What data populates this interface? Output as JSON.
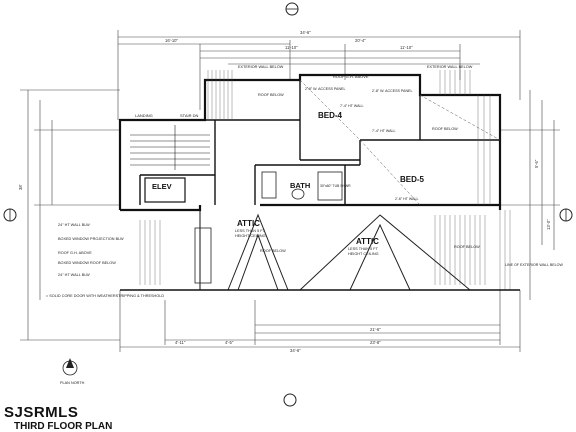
{
  "rooms": {
    "bed4": "BED-4",
    "bed5": "BED-5",
    "bath": "BATH",
    "elev": "ELEV",
    "attic_left": "ATTIC",
    "attic_right": "ATTIC",
    "landing": "LANDING",
    "stair": "STAIR DN"
  },
  "notes": {
    "attic_left_sub1": "LESS THAN 5 FT",
    "attic_left_sub2": "HEIGHT CEILING",
    "attic_right_sub1": "LESS THAN 5 FT",
    "attic_right_sub2": "HEIGHT CEILING",
    "roof_flat": "ROOF G.H. ABOVE",
    "ext_wall_below_1": "EXTERIOR WALL BELOW",
    "ext_wall_below_2": "EXTERIOR WALL BELOW",
    "roof_below_1": "ROOF BELOW",
    "roof_below_2": "ROOF BELOW",
    "roof_below_3": "ROOF BELOW",
    "roof_below_4": "ROOF BELOW",
    "hw_left_1": "24\" HT WALL BLW",
    "hw_left_2": "BOXED WINDOW PROJECTION BLW",
    "hw_left_3": "ROOF G.H. ABOVE",
    "hw_left_4": "BOXED WINDOW ROOF BELOW",
    "hw_left_5": "24\" HT WALL BLW",
    "access_panel_1": "2'-8\" W. ACCESS PANEL",
    "access_panel_2": "2'-8\" W. ACCESS PANEL",
    "ht_wall_1": "7'-4\" HT WALL",
    "ht_wall_2": "7'-4\" HT WALL",
    "ht_wall_3": "2'-6\" HT WALL",
    "tub": "30\"x60\" TUB SHWR",
    "line_ext": "LINE OF EXTERIOR WALL BELOW",
    "door_note": "= SOLID CORE DOOR WITH WEATHERSTRIPPING & THRESHOLD",
    "north": "PLAN NORTH"
  },
  "dims": {
    "top_overall": "34'-6\"",
    "top_a": "16'-10\"",
    "top_b": "20'-4\"",
    "top_c": "11'-10\"",
    "top_d": "11'-10\"",
    "bot_overall": "34'-6\"",
    "bot_a": "4'-11\"",
    "bot_b": "4'-5\"",
    "bot_c": "23'-8\"",
    "bot_d": "21'-6\"",
    "left_overall": "38'",
    "right_a": "5'-6\"",
    "right_b": "13'-0\""
  },
  "watermark": "SJSRMLS",
  "plan_title": "THIRD FLOOR PLAN"
}
